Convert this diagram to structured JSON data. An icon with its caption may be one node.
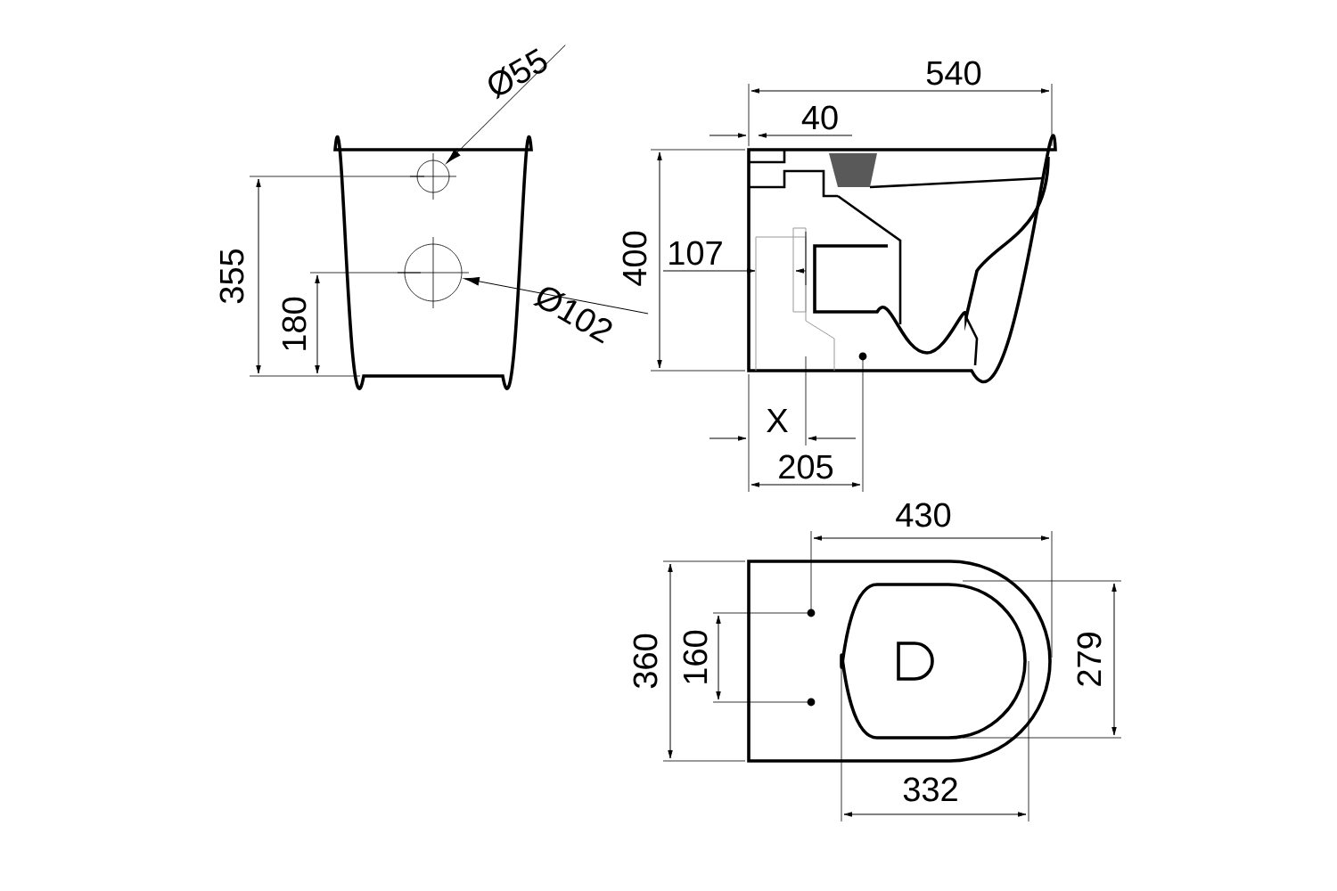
{
  "diagram": {
    "nodes": [
      {
        "text": [
          "Ø55"
        ]
      },
      {
        "text": [],
        "shape": "circle"
      },
      {
        "text": [
          "Ø102"
        ]
      },
      {
        "text": [],
        "shape": "circle"
      }
    ],
    "edges": [
      {
        "from": 0,
        "to": 1,
        "arrow": "to"
      },
      {
        "from": 2,
        "to": 3,
        "arrow": "to"
      }
    ],
    "labels": [
      "540",
      "40",
      "355",
      "400",
      "107",
      "180",
      "X",
      "205",
      "430",
      "360",
      "160",
      "279",
      "332"
    ]
  }
}
